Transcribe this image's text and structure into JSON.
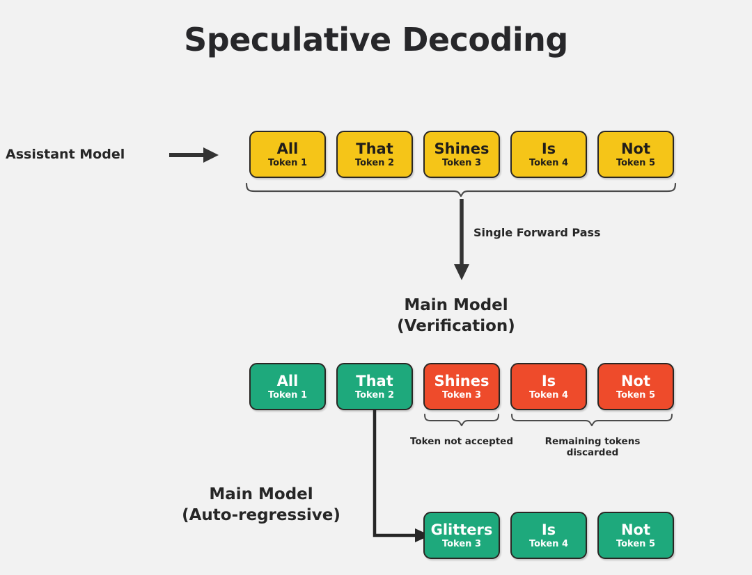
{
  "title": "Speculative Decoding",
  "background_color": "#f2f2f2",
  "colors": {
    "yellow": "#f5c518",
    "green": "#1ea97c",
    "red": "#ee4b2b",
    "outline": "#2a2724",
    "text_dark": "#262626",
    "text_light": "#ffffff"
  },
  "labels": {
    "assistant_model": "Assistant Model",
    "single_forward_pass": "Single Forward Pass",
    "main_model_verification_line1": "Main Model",
    "main_model_verification_line2": "(Verification)",
    "main_model_autoregressive_line1": "Main Model",
    "main_model_autoregressive_line2": "(Auto-regressive)",
    "token_not_accepted": "Token not accepted",
    "remaining_tokens_discarded": "Remaining tokens discarded"
  },
  "rows": {
    "draft": {
      "name": "assistant-model-draft-tokens",
      "tokens": [
        {
          "word": "All",
          "sub": "Token 1",
          "state": "draft"
        },
        {
          "word": "That",
          "sub": "Token 2",
          "state": "draft"
        },
        {
          "word": "Shines",
          "sub": "Token 3",
          "state": "draft"
        },
        {
          "word": "Is",
          "sub": "Token 4",
          "state": "draft"
        },
        {
          "word": "Not",
          "sub": "Token 5",
          "state": "draft"
        }
      ]
    },
    "verification": {
      "name": "main-model-verification-tokens",
      "tokens": [
        {
          "word": "All",
          "sub": "Token 1",
          "state": "accepted"
        },
        {
          "word": "That",
          "sub": "Token 2",
          "state": "accepted"
        },
        {
          "word": "Shines",
          "sub": "Token 3",
          "state": "rejected"
        },
        {
          "word": "Is",
          "sub": "Token 4",
          "state": "discarded"
        },
        {
          "word": "Not",
          "sub": "Token 5",
          "state": "discarded"
        }
      ]
    },
    "regenerated": {
      "name": "main-model-autoregressive-tokens",
      "tokens": [
        {
          "word": "Glitters",
          "sub": "Token 3",
          "state": "generated"
        },
        {
          "word": "Is",
          "sub": "Token 4",
          "state": "generated"
        },
        {
          "word": "Not",
          "sub": "Token 5",
          "state": "generated"
        }
      ]
    }
  }
}
